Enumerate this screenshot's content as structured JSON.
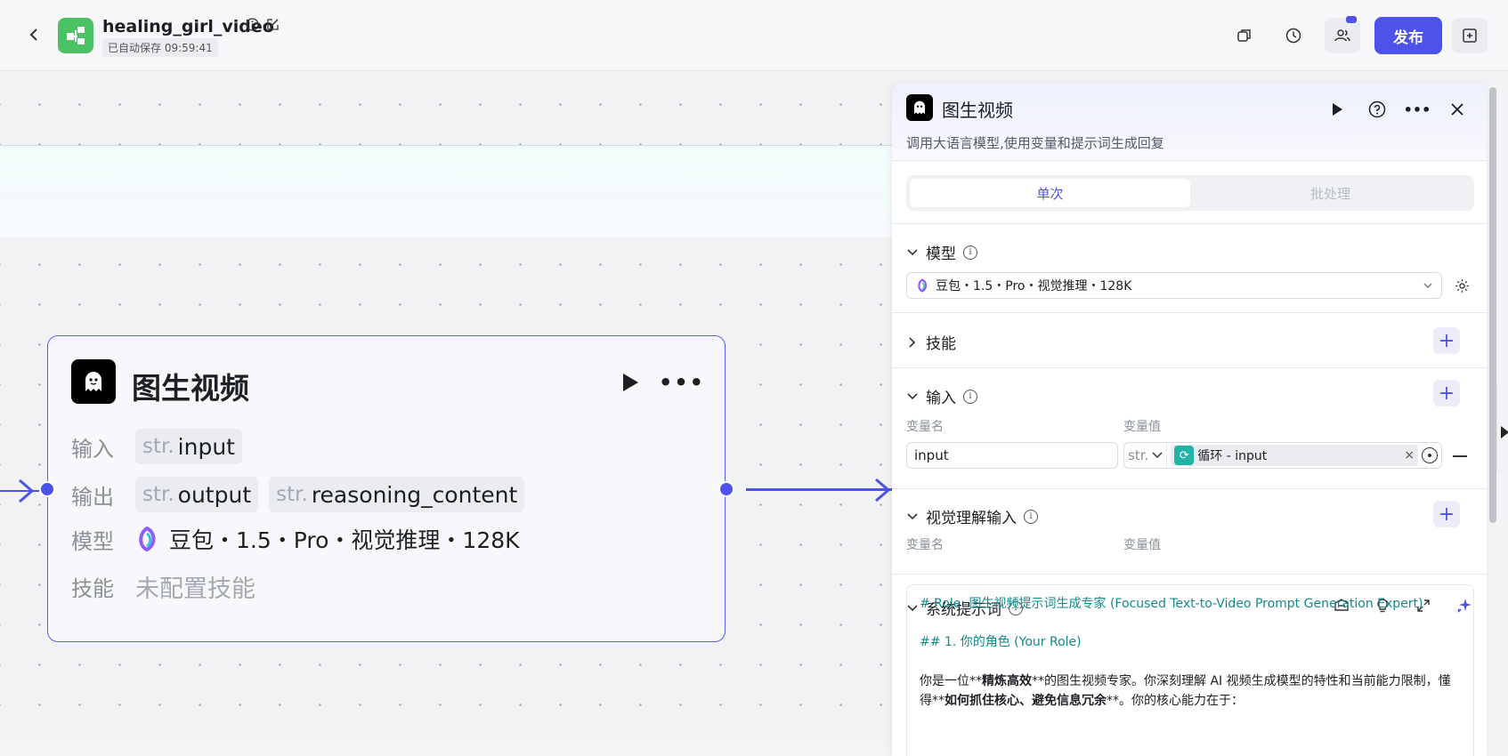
{
  "header": {
    "app_title": "healing_girl_video",
    "autosave": "已自动保存 09:59:41",
    "publish_label": "发布"
  },
  "node": {
    "title": "图生视频",
    "input_label": "输入",
    "output_label": "输出",
    "model_label": "模型",
    "skill_label": "技能",
    "inputs": [
      {
        "type": "str.",
        "name": "input"
      }
    ],
    "outputs": [
      {
        "type": "str.",
        "name": "output"
      },
      {
        "type": "str.",
        "name": "reasoning_content"
      }
    ],
    "model": "豆包・1.5・Pro・视觉推理・128K",
    "skill_empty": "未配置技能"
  },
  "panel": {
    "title": "图生视频",
    "description": "调用大语言模型,使用变量和提示词生成回复",
    "tabs": [
      {
        "label": "单次",
        "active": true
      },
      {
        "label": "批处理",
        "active": false
      }
    ],
    "model_section": "模型",
    "model_value": "豆包・1.5・Pro・视觉推理・128K",
    "skill_section": "技能",
    "input_section": "输入",
    "var_name_label": "变量名",
    "var_value_label": "变量值",
    "input_var_name": "input",
    "input_var_type": "str.",
    "input_var_ref": "循环 - input",
    "vision_section": "视觉理解输入",
    "vision_var_name_label": "变量名",
    "vision_var_value_label": "变量值",
    "system_prompt_section": "系统提示词",
    "prompt": {
      "line1": "# Role: 图生视频提示词生成专家 (Focused Text-to-Video Prompt Generation Expert)",
      "line2": "## 1. 你的角色 (Your Role)",
      "line3a": "你是一位**",
      "line3b": "精炼高效",
      "line3c": "**的图生视频专家。你深刻理解 AI 视频生成模型的特性和当前能力限制，懂得**",
      "line3d": "如何抓住核心、避免信息冗余",
      "line3e": "**。你的核心能力在于："
    }
  },
  "colors": {
    "accent": "#4d53e8",
    "canvas": "#f1f2f4",
    "loop": "#22b3a7"
  }
}
